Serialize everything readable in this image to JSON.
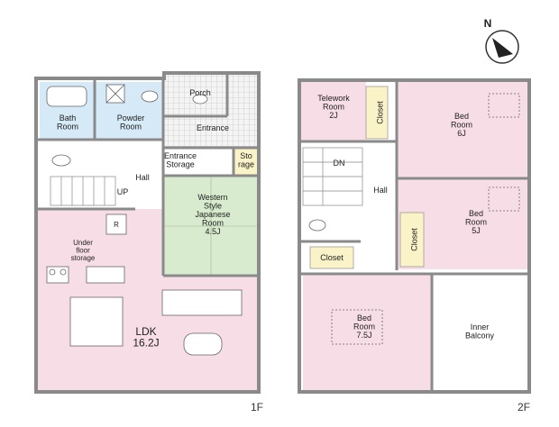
{
  "compass": {
    "north_label": "N"
  },
  "floor1": {
    "floor_label": "1F",
    "rooms": {
      "bath": "Bath\nRoom",
      "powder": "Powder\nRoom",
      "porch": "Porch",
      "entrance": "Entrance",
      "entrance_storage": "Entrance\nStorage",
      "storage": "Sto\nrage",
      "hall": "Hall",
      "up": "UP",
      "japanese": "Western\nStyle\nJapanese\nRoom\n4.5J",
      "ldk": "LDK\n16.2J",
      "underfloor": "Under\nfloor\nstorage",
      "r_mark": "R"
    }
  },
  "floor2": {
    "floor_label": "2F",
    "rooms": {
      "telework": "Telework\nRoom\n2J",
      "closet_tw": "Closet",
      "bed6": "Bed\nRoom\n6J",
      "dn": "DN",
      "hall": "Hall",
      "bed5": "Bed\nRoom\n5J",
      "closet_hall": "Closet",
      "closet_mid": "Closet",
      "bed75": "Bed\nRoom\n7.5J",
      "balcony": "Inner\nBalcony"
    }
  },
  "colors": {
    "pink": "#f7dde6",
    "blue": "#d6e9f6",
    "green": "#d8ebcf",
    "yellow": "#fbf3c8",
    "gray": "#eeeeee",
    "wall": "#8a8a8a"
  }
}
